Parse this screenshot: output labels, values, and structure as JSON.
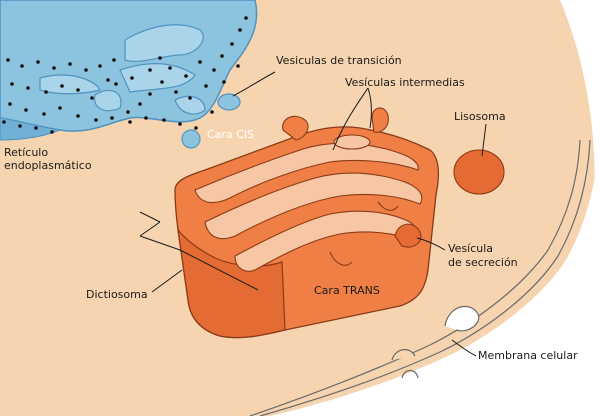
{
  "labels": {
    "reticulo_line1": "Retículo",
    "reticulo_line2": "endoplasmático",
    "vesiculas_transicion": "Vesiculas de transición",
    "vesiculas_intermedias": "Vesículas intermedias",
    "cara_cis": "Cara CIS",
    "lisosoma": "Lisosoma",
    "vesicula_secrecion_line1": "Vesícula",
    "vesicula_secrecion_line2": "de secreción",
    "dictiosoma": "Dictiosoma",
    "cara_trans": "Cara TRANS",
    "membrana_celular": "Membrana celular"
  },
  "colors": {
    "background": "#ffffff",
    "cytoplasm": "#f6d4b0",
    "er_fill": "#8cc3de",
    "er_dark": "#4f93bf",
    "golgi_fill": "#ef7f45",
    "golgi_dark": "#d4622b",
    "golgi_lumen": "#f7c6a4",
    "outline": "#5a5a5a",
    "ribosome": "#111111"
  },
  "icons": [
    "reticulo-endoplasmatico-shape",
    "golgi-dictiosoma-shape",
    "lisosoma-shape",
    "vesicle-shape",
    "ribosome-dot"
  ]
}
